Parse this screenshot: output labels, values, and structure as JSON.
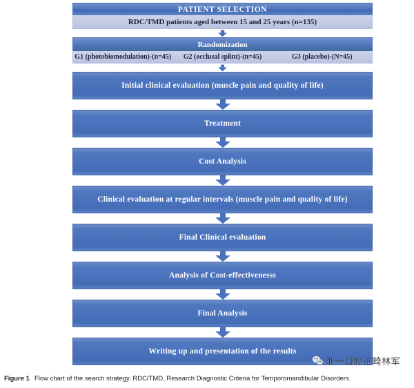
{
  "figure": {
    "label": "Figure 1",
    "caption": "Flow chart of the search strategy. RDC/TMD, Research Diagnostic Criteria for Temporomandibular Disorders."
  },
  "colors": {
    "box_blue": "#4a72bc",
    "box_border": "#3f63a8",
    "light_band": "#c3cae4",
    "light_band_text": "#16213f",
    "box_text": "#ffffff",
    "arrow_fill": "#4a72bc"
  },
  "flow": {
    "header": {
      "title": "PATIENT SELECTION",
      "subtitle": "RDC/TMD patients aged between 15 and 25 years (n=135)"
    },
    "randomization": {
      "title": "Randomization",
      "groups": [
        "G1 (photobiomodulation)-(n=45)",
        "G2 (occlusal splint)-(n=45)",
        "G3 (placebo)-(N=45)"
      ]
    },
    "steps": [
      "Initial clinical evaluation (muscle pain and quality of life)",
      "Treatment",
      "Cost Analysis",
      "Clinical evaluation at regular intervals (muscle pain and quality of life)",
      "Final Clinical evaluation",
      "Analysis of Cost-effectivenesss",
      "Final Analysis",
      "Writing up and presentation of the results"
    ]
  },
  "watermark": {
    "text": "浙一口腔正畸林军",
    "icon": "wechat-icon"
  }
}
